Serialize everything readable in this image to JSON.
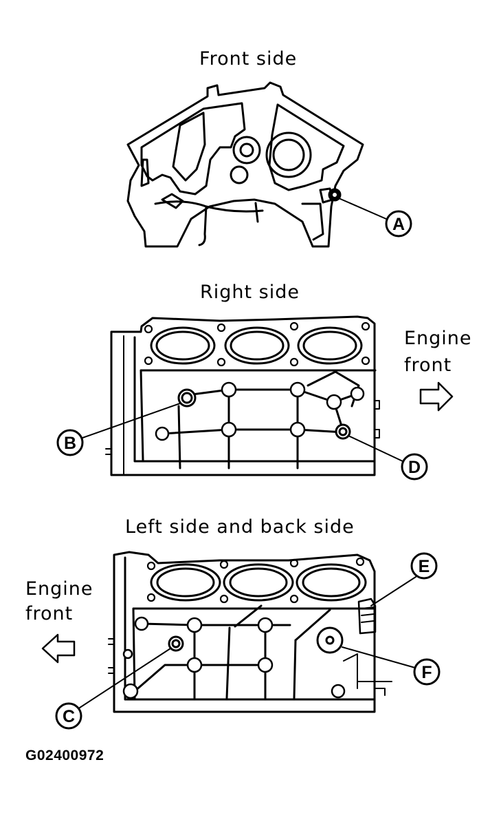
{
  "headings": {
    "front": "Front side",
    "right": "Right side",
    "left_back": "Left side and back side"
  },
  "engine_front_right": {
    "line1": "Engine",
    "line2": "front"
  },
  "engine_front_left": {
    "line1": "Engine",
    "line2": "front"
  },
  "callouts": {
    "a": "A",
    "b": "B",
    "c": "C",
    "d": "D",
    "e": "E",
    "f": "F"
  },
  "figure_code": "G02400972"
}
